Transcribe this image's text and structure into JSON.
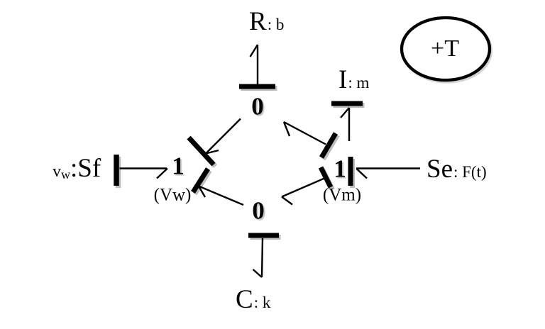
{
  "diagram": {
    "kind": "bond-graph",
    "colors": {
      "ink": "#000000",
      "background": "#ffffff",
      "stroke_shadow": "#bdbdbd"
    },
    "labels": {
      "resistor": {
        "symbol": "R",
        "param": ": b"
      },
      "inertia": {
        "symbol": "I",
        "param": ": m"
      },
      "compliance": {
        "symbol": "C",
        "param": ": k"
      },
      "effort_source": {
        "symbol": "Se",
        "param": ": F(t)"
      },
      "flow_source": {
        "sub_main": "v",
        "sub_small": "w",
        "symbol": ":Sf"
      },
      "junction_top": "0",
      "junction_bottom": "0",
      "junction_left": "1",
      "junction_right": "1",
      "velocity_left": "(Vw)",
      "velocity_right": "(Vm)",
      "torque": "+T"
    }
  }
}
